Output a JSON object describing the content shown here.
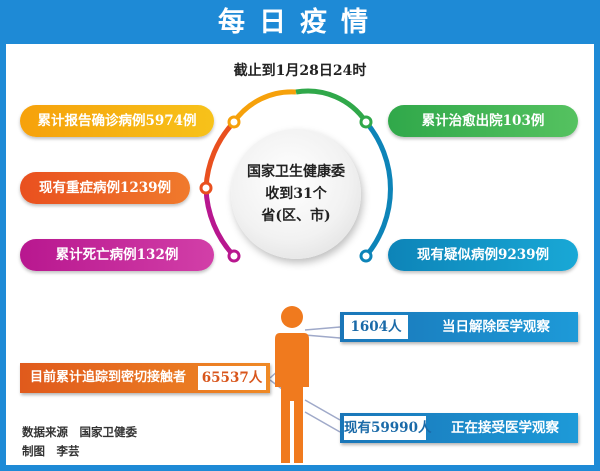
{
  "header": {
    "title": "每日疫情"
  },
  "date_line": "截止到1月28日24时",
  "center": {
    "line1": "国家卫生健康委",
    "line2": "收到31个",
    "line3": "省(区、市)"
  },
  "stats": {
    "cumulative_confirmed": "累计报告确诊病例5974例",
    "severe": "现有重症病例1239例",
    "deaths": "累计死亡病例132例",
    "recovered": "累计治愈出院103例",
    "suspected": "现有疑似病例9239例"
  },
  "contacts": {
    "released_count": "1604人",
    "released_label": "当日解除医学观察",
    "traced_label": "目前累计追踪到密切接触者",
    "traced_count": "65537人",
    "observed_count": "现有59990人",
    "observed_label": "正在接受医学观察"
  },
  "credits": {
    "source": "数据来源　国家卫健委",
    "author": "制图　李芸"
  },
  "colors": {
    "background": "#1e8ad6",
    "orange": "#f6a10b",
    "red": "#e9501f",
    "purple": "#b8178f",
    "green": "#30a84a",
    "teal": "#0d84b8",
    "person": "#f07a1e"
  }
}
